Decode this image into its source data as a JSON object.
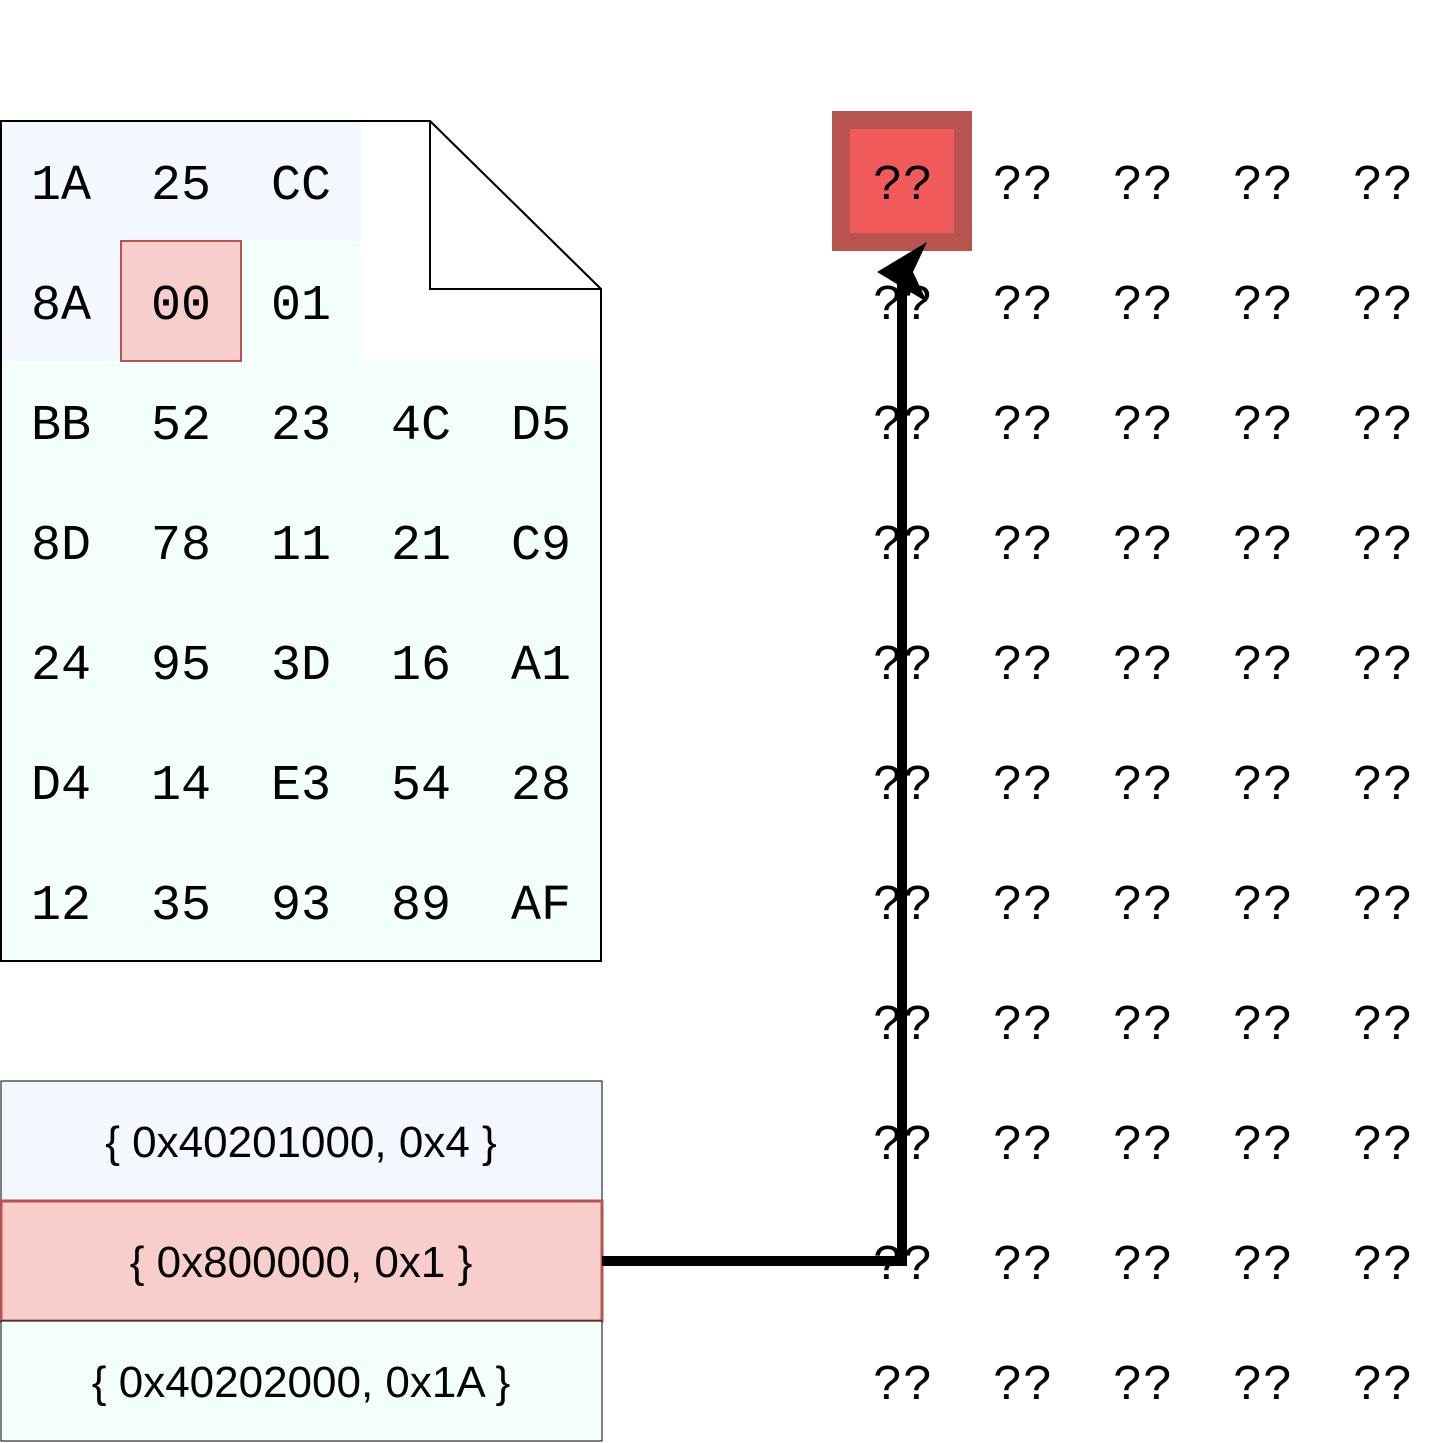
{
  "colors": {
    "file_top_fill": "#F3F8FF",
    "file_body_fill": "#F3FFF9",
    "highlight_fill": "#F8CECC",
    "highlight_stroke": "#B85450",
    "memory_target_fill": "#F15A5A",
    "memory_target_stroke": "#B85450",
    "arrow": "#000000"
  },
  "file": {
    "rows": [
      [
        "1A",
        "25",
        "CC"
      ],
      [
        "8A",
        "00",
        "01"
      ],
      [
        "BB",
        "52",
        "23",
        "4C",
        "D5"
      ],
      [
        "8D",
        "78",
        "11",
        "21",
        "C9"
      ],
      [
        "24",
        "95",
        "3D",
        "16",
        "A1"
      ],
      [
        "D4",
        "14",
        "E3",
        "54",
        "28"
      ],
      [
        "12",
        "35",
        "93",
        "89",
        "AF"
      ]
    ],
    "highlight": {
      "row": 1,
      "col": 1
    }
  },
  "entries": [
    {
      "label": "{ 0x40201000, 0x4 }",
      "style": "blue"
    },
    {
      "label": "{ 0x800000, 0x1 }",
      "style": "red"
    },
    {
      "label": "{ 0x40202000, 0x1A }",
      "style": "green"
    }
  ],
  "memory": {
    "cell_text": "??",
    "rows": 11,
    "cols": 5,
    "target": {
      "row": 0,
      "col": 0
    }
  }
}
